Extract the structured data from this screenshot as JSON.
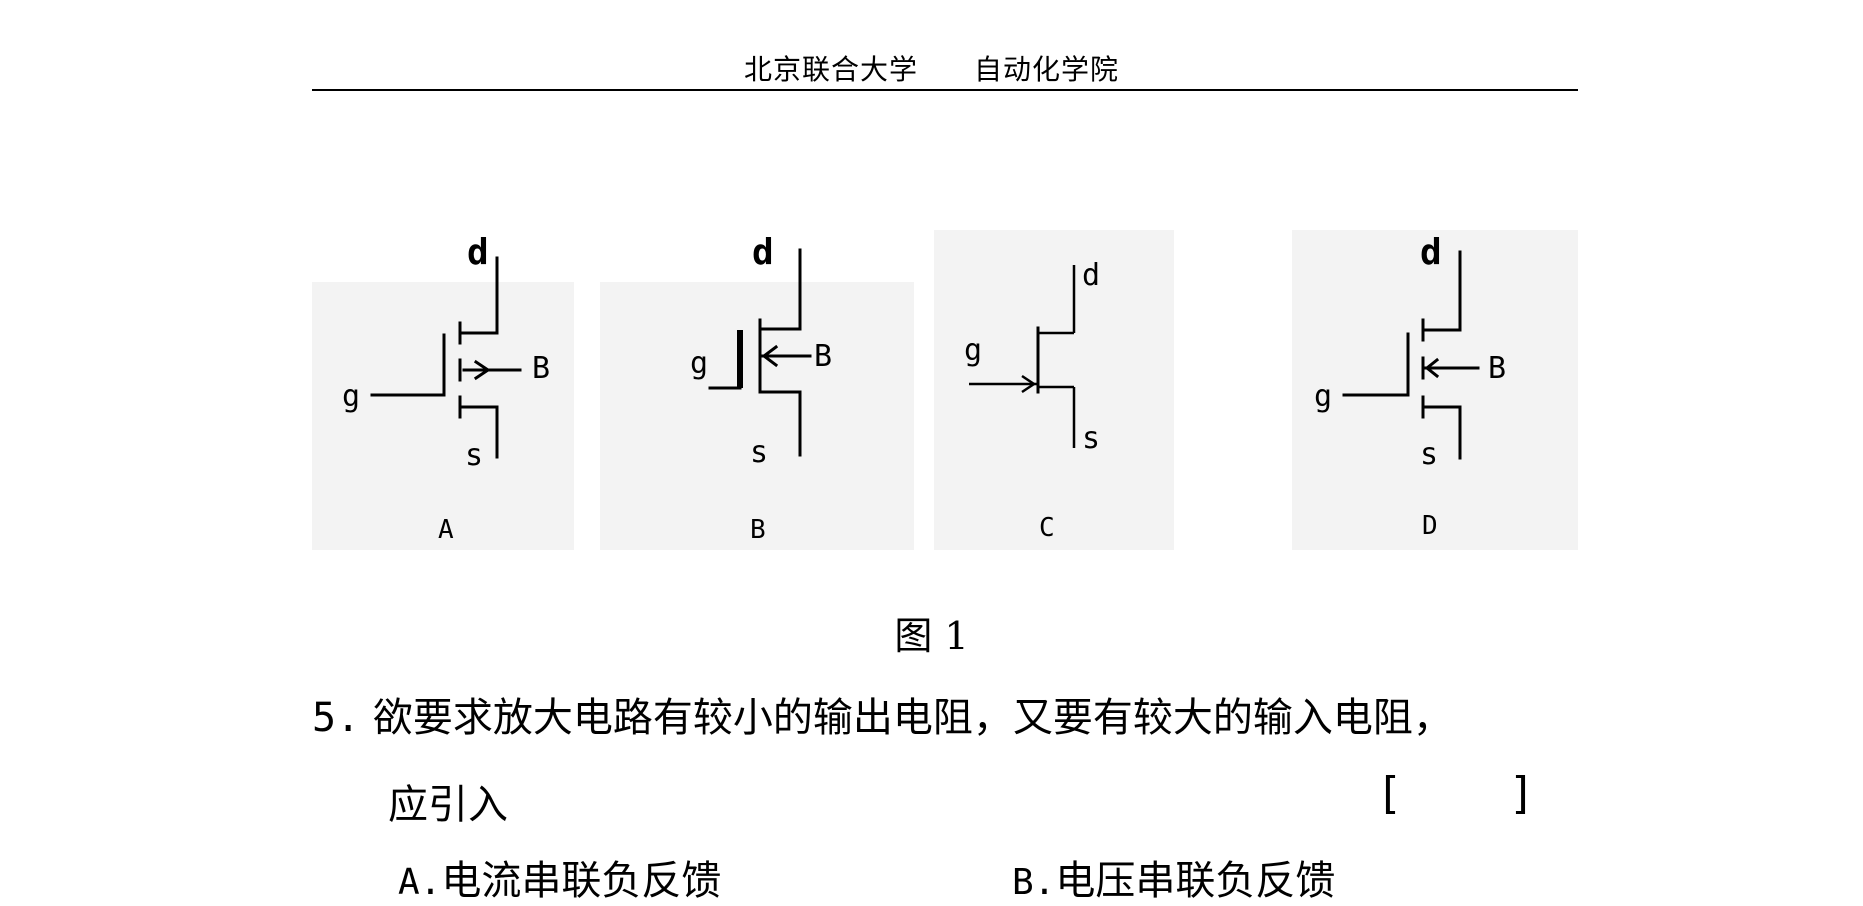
{
  "header": {
    "university": "北京联合大学",
    "department": "自动化学院"
  },
  "figure": {
    "caption": "图 1",
    "panels": [
      {
        "id": "A",
        "label": "A",
        "pins": {
          "d": "d",
          "g": "g",
          "s": "s",
          "b": "B"
        }
      },
      {
        "id": "B",
        "label": "B",
        "pins": {
          "d": "d",
          "g": "g",
          "s": "s",
          "b": "B"
        }
      },
      {
        "id": "C",
        "label": "C",
        "pins": {
          "d": "d",
          "g": "g",
          "s": "s"
        }
      },
      {
        "id": "D",
        "label": "D",
        "pins": {
          "d": "d",
          "g": "g",
          "s": "s",
          "b": "B"
        }
      }
    ]
  },
  "question": {
    "number": "5.",
    "text": "欲要求放大电路有较小的输出电阻，又要有较大的输入电阻，",
    "intro": "应引入",
    "bracket_left": "[",
    "bracket_right": "]",
    "options": [
      {
        "letter": "A.",
        "text": "电流串联负反馈"
      },
      {
        "letter": "B.",
        "text": "电压串联负反馈"
      }
    ]
  }
}
